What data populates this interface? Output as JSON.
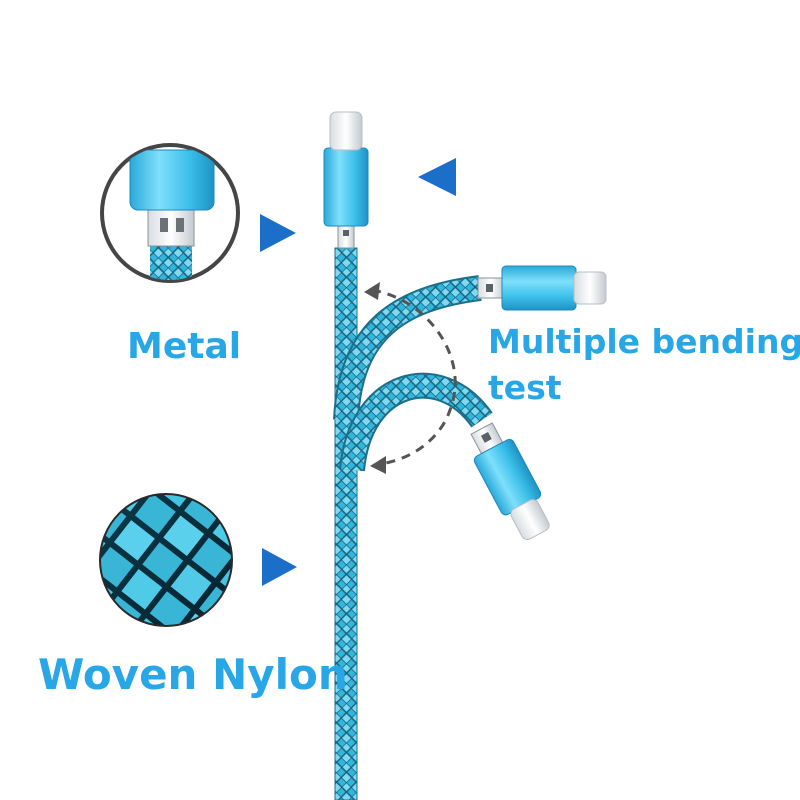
{
  "labels": {
    "metal": "Metal",
    "bending_line1": "Multiple bending",
    "bending_line2": "test",
    "woven_nylon": "Woven Nylon"
  },
  "colors": {
    "label_blue": "#29a6e6",
    "arrow_blue": "#1b6fc8",
    "cable_cyan": "#27b8e0",
    "cable_dark": "#1a6f8c",
    "metal_blue": "#46c6ef",
    "dashed_gray": "#555555"
  },
  "icons": {
    "pointer": "triangle-arrow-icon",
    "bend": "dashed-curved-arrow-icon"
  }
}
